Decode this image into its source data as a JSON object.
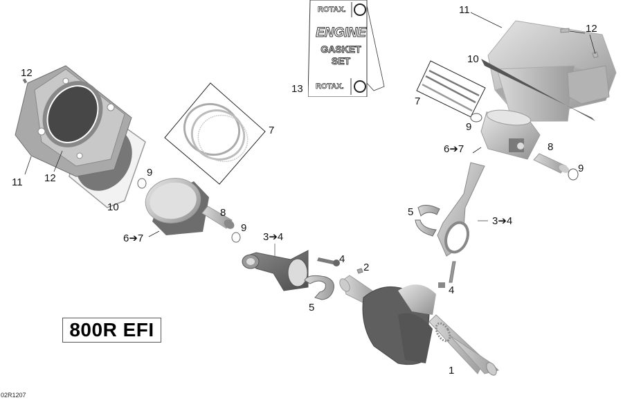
{
  "diagram": {
    "type": "exploded-parts-diagram",
    "title": "800R EFI",
    "figure_id": "02R1207",
    "gasket_set": {
      "brand_top": "ROTAX.",
      "line1": "ENGINE",
      "line2": "GASKET",
      "line3": "SET",
      "brand_bottom": "ROTAX."
    },
    "callouts": [
      {
        "id": "c1",
        "label": "1",
        "part": "crankshaft"
      },
      {
        "id": "c2",
        "label": "2",
        "part": "woodruff-key"
      },
      {
        "id": "c3a",
        "label": "3➔4",
        "part": "connecting-rod-front"
      },
      {
        "id": "c3b",
        "label": "3➔4",
        "part": "connecting-rod-rear"
      },
      {
        "id": "c4a",
        "label": "4",
        "part": "conrod-bolt-front"
      },
      {
        "id": "c4b",
        "label": "4",
        "part": "conrod-bolt-rear"
      },
      {
        "id": "c5a",
        "label": "5",
        "part": "conrod-bearing-front"
      },
      {
        "id": "c5b",
        "label": "5",
        "part": "conrod-bearing-rear"
      },
      {
        "id": "c6a",
        "label": "6➔7",
        "part": "piston-front"
      },
      {
        "id": "c6b",
        "label": "6➔7",
        "part": "piston-rear"
      },
      {
        "id": "c7a",
        "label": "7",
        "part": "piston-ring-set-front"
      },
      {
        "id": "c7b",
        "label": "7",
        "part": "piston-ring-set-rear"
      },
      {
        "id": "c8a",
        "label": "8",
        "part": "piston-pin-front"
      },
      {
        "id": "c8b",
        "label": "8",
        "part": "piston-pin-rear"
      },
      {
        "id": "c9a",
        "label": "9",
        "part": "circlip-front-1"
      },
      {
        "id": "c9b",
        "label": "9",
        "part": "circlip-front-2"
      },
      {
        "id": "c9c",
        "label": "9",
        "part": "circlip-rear-1"
      },
      {
        "id": "c9d",
        "label": "9",
        "part": "circlip-rear-2"
      },
      {
        "id": "c10a",
        "label": "10",
        "part": "cylinder-base-gasket-front"
      },
      {
        "id": "c10b",
        "label": "10",
        "part": "cylinder-base-gasket-rear"
      },
      {
        "id": "c11a",
        "label": "11",
        "part": "cylinder-front"
      },
      {
        "id": "c11b",
        "label": "11",
        "part": "cylinder-rear"
      },
      {
        "id": "c12a",
        "label": "12",
        "part": "dowel-pin-front-1"
      },
      {
        "id": "c12b",
        "label": "12",
        "part": "dowel-pin-front-2"
      },
      {
        "id": "c12c",
        "label": "12",
        "part": "dowel-pins-rear"
      },
      {
        "id": "c13",
        "label": "13",
        "part": "engine-gasket-set"
      }
    ]
  }
}
